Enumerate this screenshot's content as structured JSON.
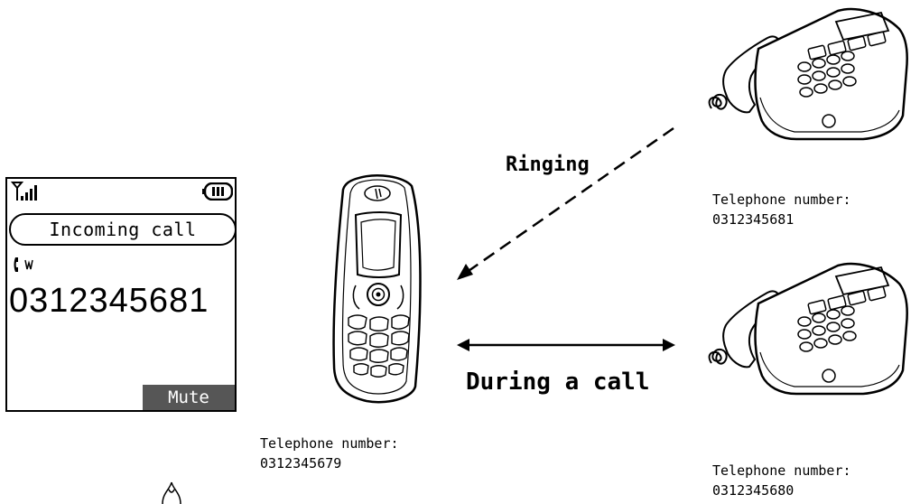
{
  "display": {
    "status_text": "Incoming call",
    "caller_number": "0312345681",
    "softkey_label": "Mute",
    "softkey_color": "#565656",
    "icons": [
      "signal-strength-icon",
      "battery-icon",
      "incoming-caller-icon"
    ]
  },
  "mobile_phone": {
    "label": "Telephone number:",
    "number": "0312345679"
  },
  "caller_phone": {
    "label": "Telephone number:",
    "number": "0312345681"
  },
  "connected_phone": {
    "label": "Telephone number:",
    "number": "0312345680"
  },
  "connections": {
    "ringing_label": "Ringing",
    "call_label": "During a call"
  }
}
